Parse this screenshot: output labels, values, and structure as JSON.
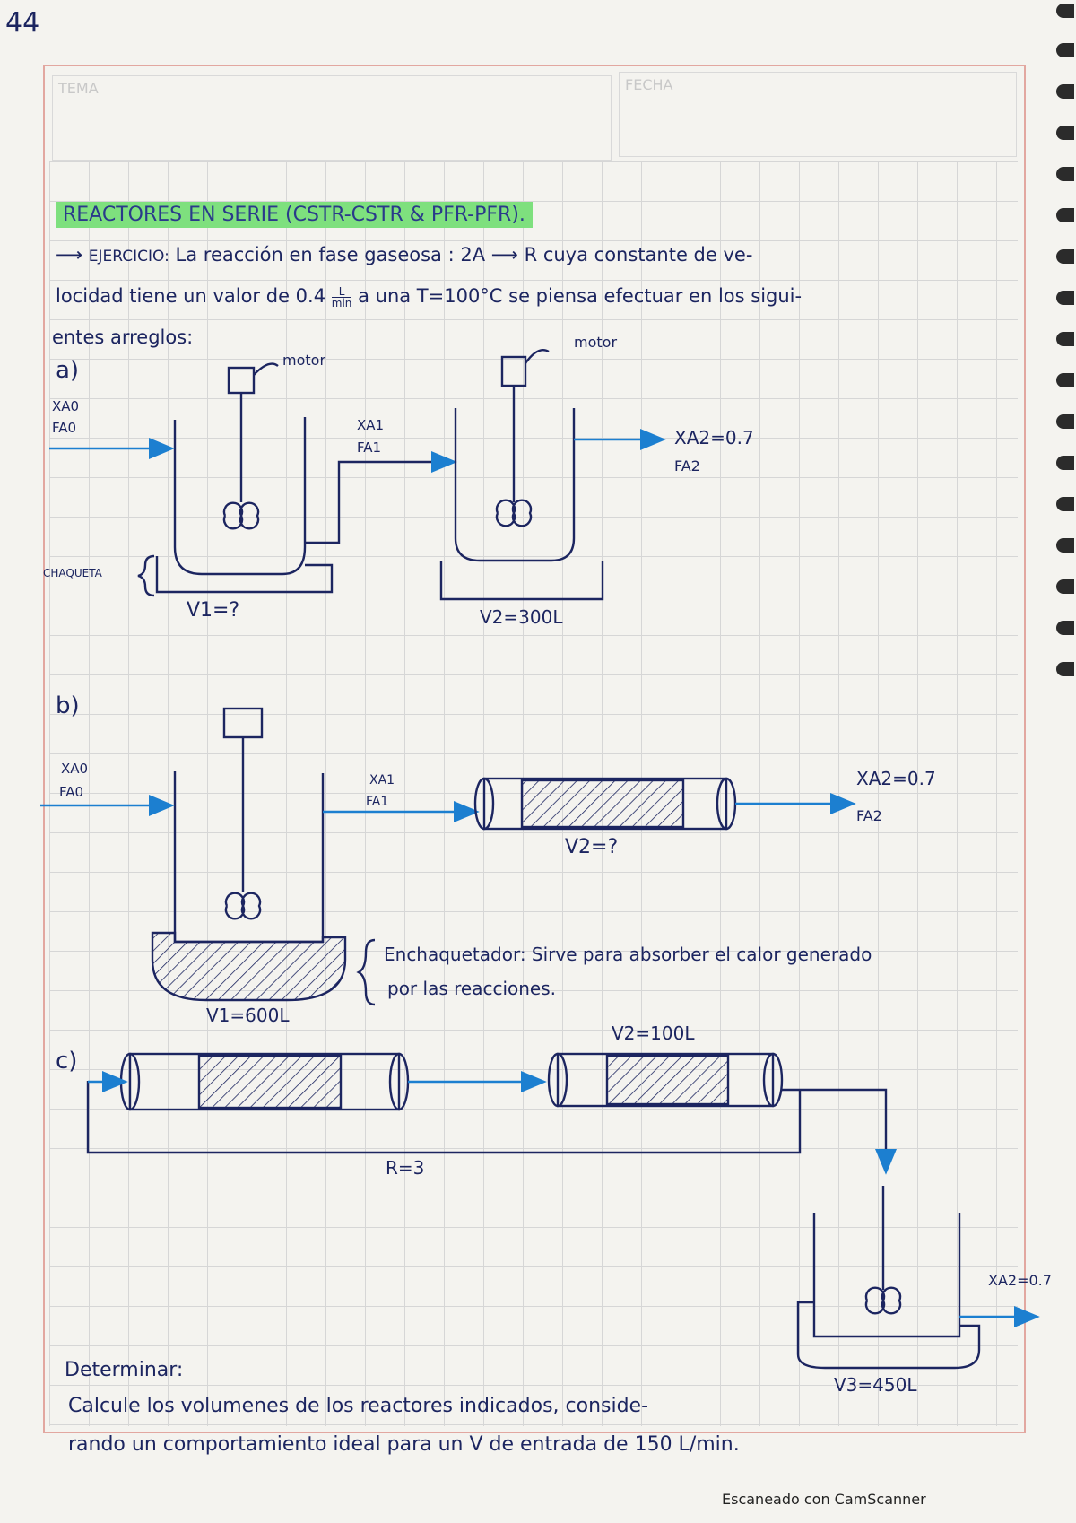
{
  "page_number": "44",
  "header": {
    "tema_label": "TEMA",
    "fecha_label": "FECHA"
  },
  "title": "REACTORES EN SERIE (CSTR-CSTR & PFR-PFR).",
  "statement": {
    "line1_prefix": "EJERCICIO:",
    "line1": "La reacción en fase gaseosa : 2A",
    "line1_b": "R cuya constante de ve-",
    "line2": "locidad tiene un valor de 0.4",
    "line2_unit_num": "L",
    "line2_unit_den": "min",
    "line2_b": "a una T=100°C se piensa efectuar en los sigui-",
    "line3": "entes arreglos:"
  },
  "part_a": {
    "label": "a)",
    "motor1": "motor",
    "motor2": "motor",
    "xa0": "XA0",
    "fa0": "FA0",
    "xa1": "XA1",
    "fa1": "FA1",
    "xa2": "XA2=0.7",
    "fa2": "FA2",
    "chaqueta": "CHAQUETA",
    "v1": "V1=?",
    "v2": "V2=300L"
  },
  "part_b": {
    "label": "b)",
    "xa0": "XA0",
    "fa0": "FA0",
    "xa1": "XA1",
    "fa1": "FA1",
    "xa2": "XA2=0.7",
    "fa2": "FA2",
    "v2": "V2=?",
    "v1": "V1=600L",
    "note1": "Enchaquetador: Sirve para absorber el calor generado",
    "note2": "por las reacciones."
  },
  "part_c": {
    "label": "c)",
    "v2": "V2=100L",
    "r": "R=3",
    "xa2": "XA2=0.7",
    "v3": "V3=450L"
  },
  "determinar": {
    "label": "Determinar:",
    "line1": "Calcule los volumenes de los reactores indicados, conside-",
    "line2": "rando un comportamiento ideal para un V de entrada de 150 L/min."
  },
  "footer": "Escaneado con CamScanner"
}
